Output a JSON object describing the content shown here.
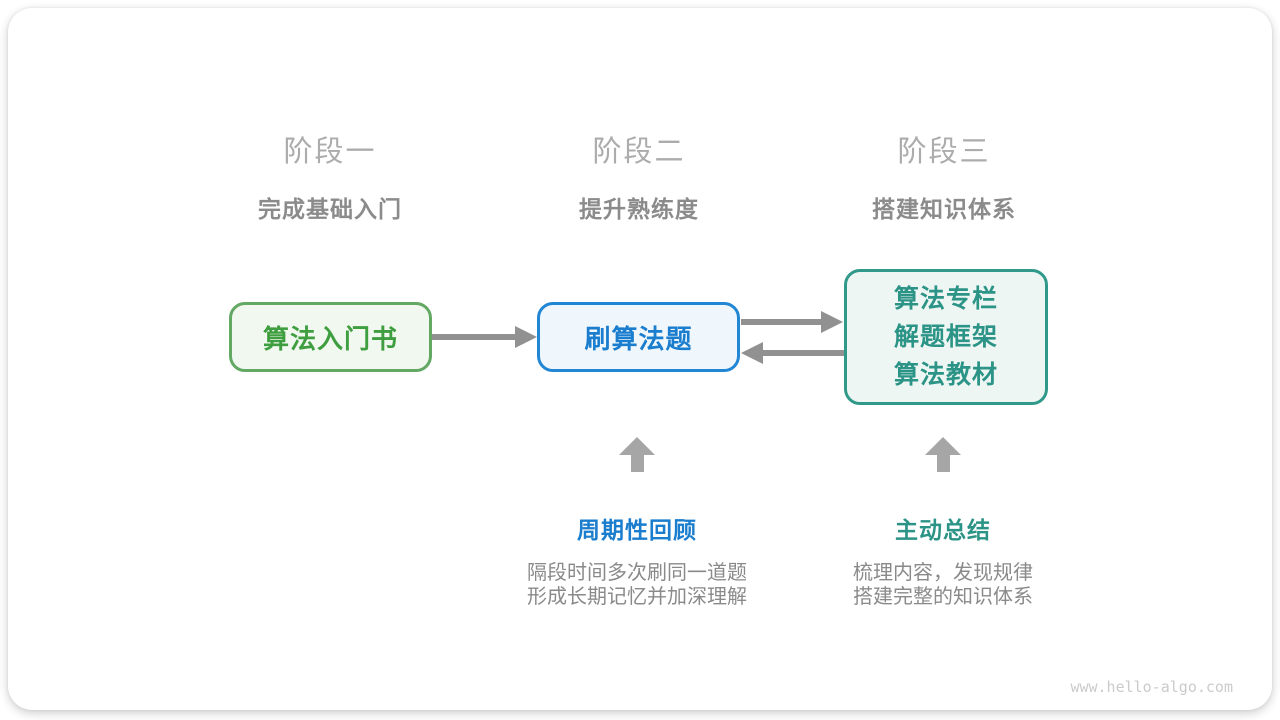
{
  "watermark": "www.hello-algo.com",
  "colors": {
    "green_border": "#63A863",
    "green_text": "#3F9E3F",
    "green_bg": "#F1F8F0",
    "blue_border": "#2186D3",
    "blue_text": "#1A7DCE",
    "blue_bg": "#EFF7FD",
    "teal_border": "#31998A",
    "teal_text": "#2C9486",
    "teal_bg": "#EEF6F4",
    "arrow_gray": "#919191",
    "block_arrow_gray": "#A6A6A6",
    "stage_title_gray": "#ACACAC",
    "stage_subtitle_gray": "#8B8B8B",
    "desc_gray": "#8A8A8A",
    "watermark_gray": "#CBCBCB"
  },
  "stages": [
    {
      "title": "阶段一",
      "subtitle": "完成基础入门"
    },
    {
      "title": "阶段二",
      "subtitle": "提升熟练度"
    },
    {
      "title": "阶段三",
      "subtitle": "搭建知识体系"
    }
  ],
  "boxes": {
    "intro": {
      "label": "算法入门书"
    },
    "practice": {
      "label": "刷算法题"
    },
    "resources": {
      "lines": [
        "算法专栏",
        "解题框架",
        "算法教材"
      ]
    }
  },
  "annotations": {
    "review": {
      "title": "周期性回顾",
      "line1": "隔段时间多次刷同一道题",
      "line2": "形成长期记忆并加深理解"
    },
    "summary": {
      "title": "主动总结",
      "line1": "梳理内容，发现规律",
      "line2": "搭建完整的知识体系"
    }
  }
}
